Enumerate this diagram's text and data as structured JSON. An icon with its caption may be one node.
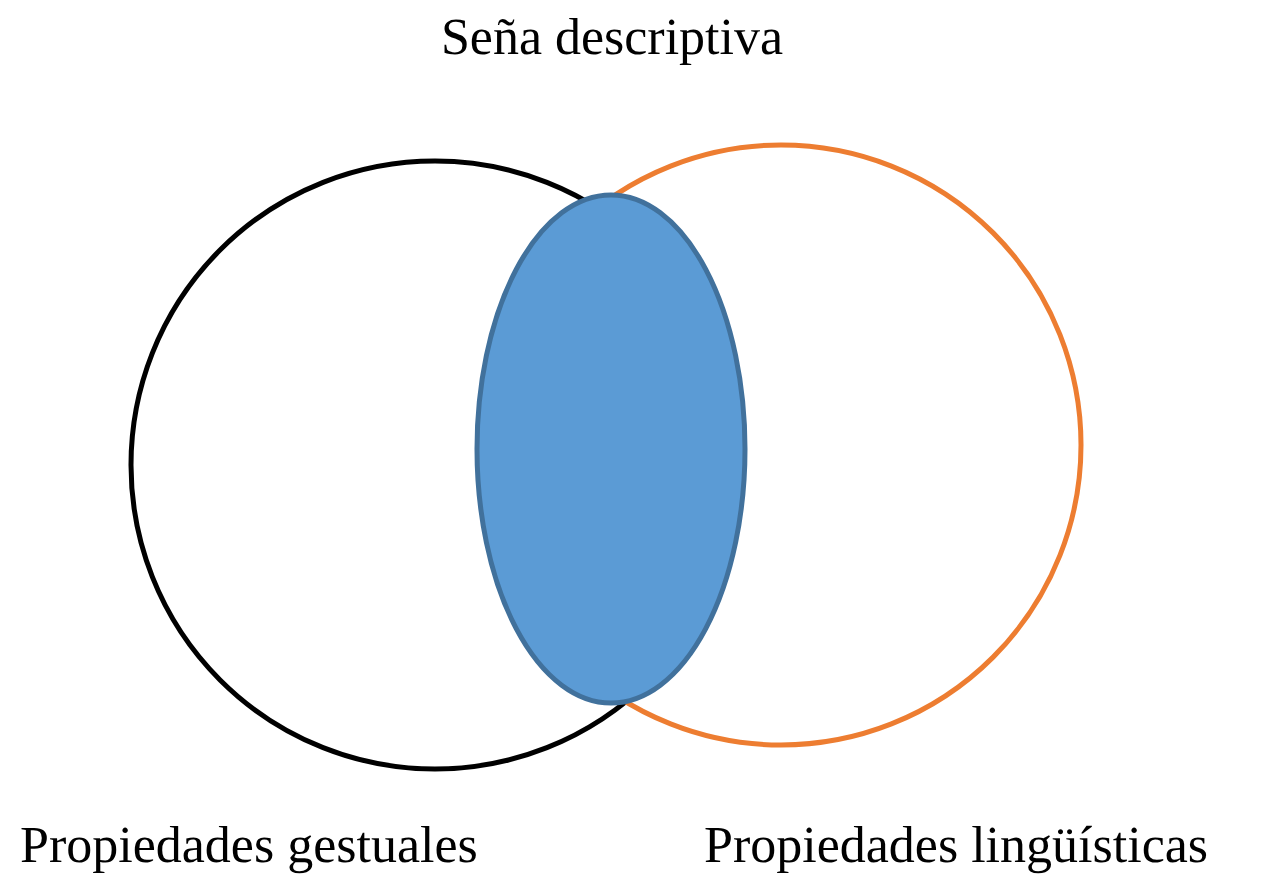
{
  "diagram": {
    "title": "Seña descriptiva",
    "nodes": [
      {
        "text": [
          "Propiedades gestuales"
        ]
      },
      {
        "text": [
          "Propiedades lingüísticas"
        ]
      },
      {
        "text": [],
        "shape": "ellipse"
      }
    ]
  }
}
